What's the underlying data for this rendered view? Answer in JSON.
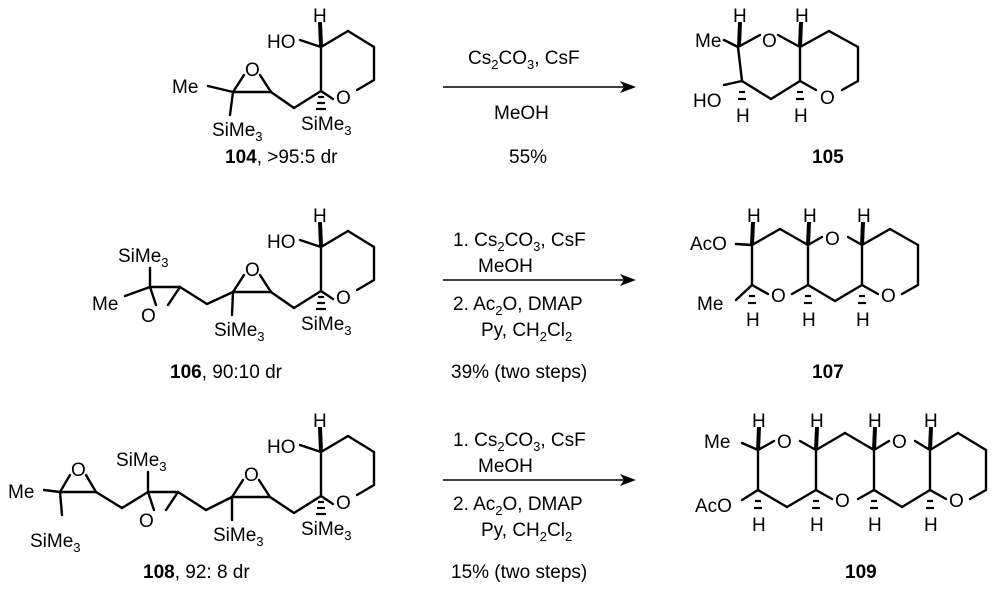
{
  "rows": [
    {
      "reactant": {
        "label_number": "104",
        "label_rest": ", >95:5 dr",
        "atoms": {
          "oh_top": "HO",
          "h_top": "H",
          "epox_o": "O",
          "me": "Me",
          "ring_o": "O",
          "sime3_a": "SiMe",
          "sime3_a_sub": "3",
          "sime3_b": "SiMe",
          "sime3_b_sub": "3"
        }
      },
      "conditions": {
        "above_lines": [
          {
            "parts": [
              "Cs",
              "2",
              "CO",
              "3",
              ", CsF"
            ]
          }
        ],
        "below_lines": [
          "MeOH"
        ],
        "yield": "55%"
      },
      "product": {
        "label_number": "105",
        "atoms": {
          "me": "Me",
          "o1": "O",
          "h1": "H",
          "ho": "HO",
          "h2": "H",
          "h3": "H",
          "o2": "O"
        }
      }
    },
    {
      "reactant": {
        "label_number": "106",
        "label_rest": ", 90:10 dr",
        "atoms": {
          "sime3_top": "SiMe",
          "sime3_top_sub": "3",
          "me": "Me",
          "epox1_o": "O",
          "epox2_o": "O",
          "sime3_mid": "SiMe",
          "sime3_mid_sub": "3",
          "oh": "HO",
          "h": "H",
          "ring_o": "O",
          "sime3_ring": "SiMe",
          "sime3_ring_sub": "3"
        }
      },
      "conditions": {
        "above_lines": [
          {
            "parts": [
              "1. Cs",
              "2",
              "CO",
              "3",
              ", CsF"
            ]
          },
          {
            "parts": [
              "MeOH"
            ]
          }
        ],
        "below_lines": [
          {
            "parts": [
              "2. Ac",
              "2",
              "O, DMAP"
            ]
          },
          {
            "parts": [
              "Py, CH",
              "2",
              "Cl",
              "2"
            ]
          }
        ],
        "yield": "39% (two steps)"
      },
      "product": {
        "label_number": "107",
        "atoms": {
          "aco": "AcO",
          "me": "Me",
          "o_top": "O",
          "o_mid": "O",
          "o_right": "O",
          "h": "H"
        }
      }
    },
    {
      "reactant": {
        "label_number": "108",
        "label_rest": ", 92: 8 dr",
        "atoms": {
          "me": "Me",
          "o": "O",
          "h": "H",
          "oh": "HO",
          "sime3": "SiMe",
          "sime3_sub": "3"
        }
      },
      "conditions": {
        "above_lines": [
          {
            "parts": [
              "1. Cs",
              "2",
              "CO",
              "3",
              ", CsF"
            ]
          },
          {
            "parts": [
              "MeOH"
            ]
          }
        ],
        "below_lines": [
          {
            "parts": [
              "2. Ac",
              "2",
              "O, DMAP"
            ]
          },
          {
            "parts": [
              "Py, CH",
              "2",
              "Cl",
              "2"
            ]
          }
        ],
        "yield": "15% (two steps)"
      },
      "product": {
        "label_number": "109",
        "atoms": {
          "me": "Me",
          "aco": "AcO",
          "o": "O",
          "h": "H"
        }
      }
    }
  ]
}
